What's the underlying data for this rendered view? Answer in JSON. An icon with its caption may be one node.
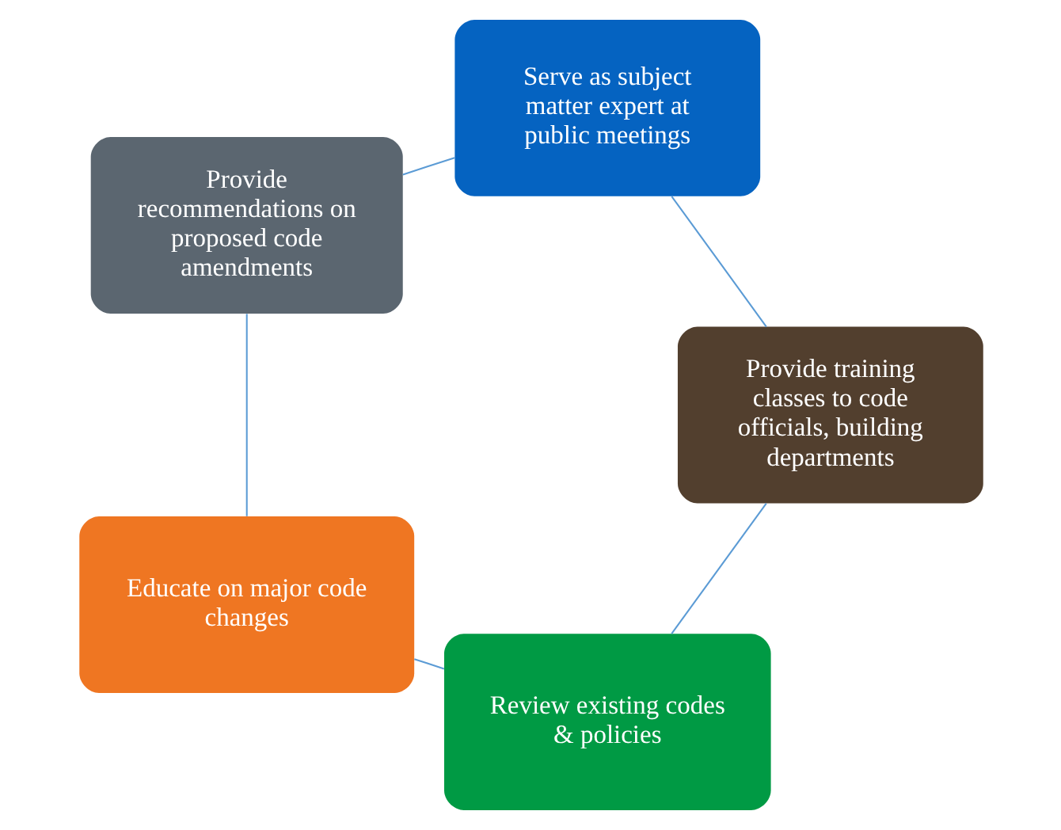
{
  "diagram": {
    "nodes": [
      {
        "text": [
          "Review existing codes & policies"
        ]
      },
      {
        "text": [
          "Educate on major code changes"
        ]
      },
      {
        "text": [
          "Provide recommendations on proposed code amendments"
        ]
      },
      {
        "text": [
          "Serve as subject matter expert at public meetings"
        ]
      },
      {
        "text": [
          "Provide training classes to code officials, building departments"
        ]
      }
    ],
    "edges": [
      {
        "from": 0,
        "to": 1,
        "arrow": "none"
      },
      {
        "from": 1,
        "to": 2,
        "arrow": "none"
      },
      {
        "from": 2,
        "to": 3,
        "arrow": "none"
      },
      {
        "from": 3,
        "to": 4,
        "arrow": "none"
      },
      {
        "from": 4,
        "to": 0,
        "arrow": "none"
      }
    ]
  }
}
